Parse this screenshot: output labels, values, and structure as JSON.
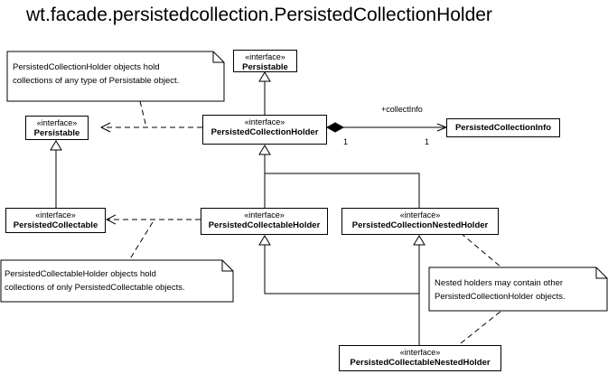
{
  "title": "wt.facade.persistedcollection.PersistedCollectionHolder",
  "classes": {
    "persistable_top": {
      "stereotype": "«interface»",
      "name": "Persistable"
    },
    "persistable_left": {
      "stereotype": "«interface»",
      "name": "Persistable"
    },
    "collection_holder": {
      "stereotype": "«interface»",
      "name": "PersistedCollectionHolder"
    },
    "collection_info": {
      "name": "PersistedCollectionInfo"
    },
    "collectable": {
      "stereotype": "«interface»",
      "name": "PersistedCollectable"
    },
    "collectable_holder": {
      "stereotype": "«interface»",
      "name": "PersistedCollectableHolder"
    },
    "nested_holder": {
      "stereotype": "«interface»",
      "name": "PersistedCollectionNestedHolder"
    },
    "collectable_nested_holder": {
      "stereotype": "«interface»",
      "name": "PersistedCollectableNestedHolder"
    }
  },
  "notes": {
    "holder_note": [
      "PersistedCollectionHolder objects hold",
      "collections of any type of Persistable object."
    ],
    "collectable_note": [
      "PersistedCollectableHolder objects hold",
      "collections of only PersistedCollectable objects."
    ],
    "nested_note": [
      "Nested holders may contain other",
      "PersistedCollectionHolder objects."
    ]
  },
  "association": {
    "role": "+collectInfo",
    "source_multiplicity": "1",
    "target_multiplicity": "1"
  }
}
